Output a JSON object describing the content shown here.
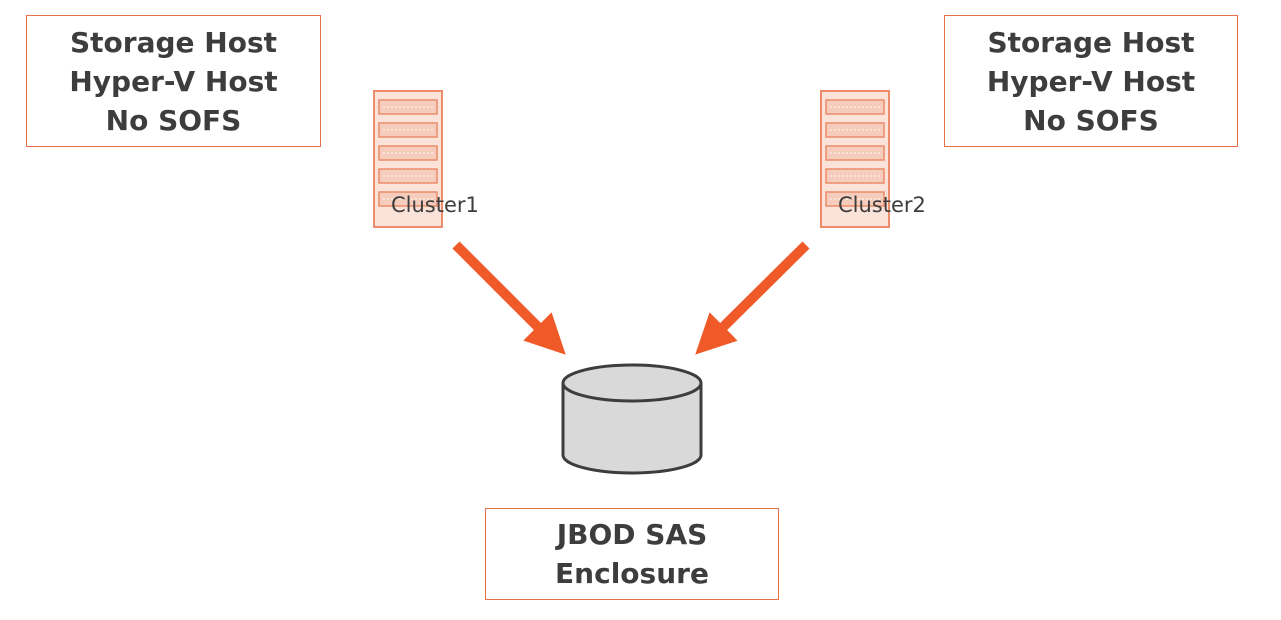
{
  "left_host": {
    "line1": "Storage Host",
    "line2": "Hyper-V Host",
    "line3": "No SOFS"
  },
  "right_host": {
    "line1": "Storage Host",
    "line2": "Hyper-V Host",
    "line3": "No SOFS"
  },
  "servers": [
    {
      "label": "Cluster1",
      "icon": "server-rack-icon"
    },
    {
      "label": "Cluster2",
      "icon": "server-rack-icon"
    }
  ],
  "storage": {
    "icon": "database-cylinder-icon",
    "line1": "JBOD SAS",
    "line2": "Enclosure"
  },
  "colors": {
    "accent": "#f05a28",
    "box_border": "#e8704a",
    "server_fill": "#f6cdbd",
    "server_stroke": "#ec8c6a",
    "text": "#3d3d3d",
    "cylinder_fill": "#d9d9d9",
    "cylinder_stroke": "#3d3d3d"
  }
}
